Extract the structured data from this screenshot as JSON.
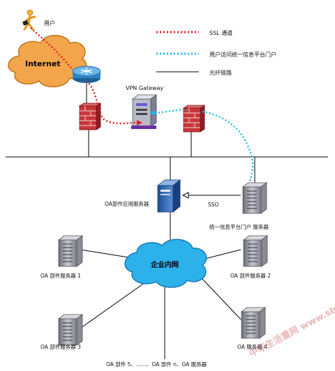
{
  "legend": {
    "ssl": "SSL 通道",
    "portal": "用户访问统一信息平台门户",
    "fiber": "光纤链路"
  },
  "nodes": {
    "user": "用户",
    "internet": "Internet",
    "vpn": "VPN Gateway",
    "oa_app": "OA部件应用服务器",
    "sso": "SSO",
    "portal_server": "统一信息平台门户 服务器",
    "intranet": "企业内网",
    "oa1": "OA 部件服务器 1",
    "oa2": "OA 部件服务器 2",
    "oa3": "OA 部件服务器 3",
    "oa4": "OA 服务器 4",
    "oa_more": "OA 部件 5、……、OA 部件 n、OA 服务器"
  },
  "watermark": "中华生活重网 www.sbvv.com",
  "colors": {
    "ssl": "#e02020",
    "portal": "#22b8e6",
    "cloud_fill": "#2db1ea",
    "cloud_stroke": "#1a78b4",
    "internet_fill": "#f2a54a",
    "firewall": "#c8363a",
    "router": "#2f86c6"
  }
}
